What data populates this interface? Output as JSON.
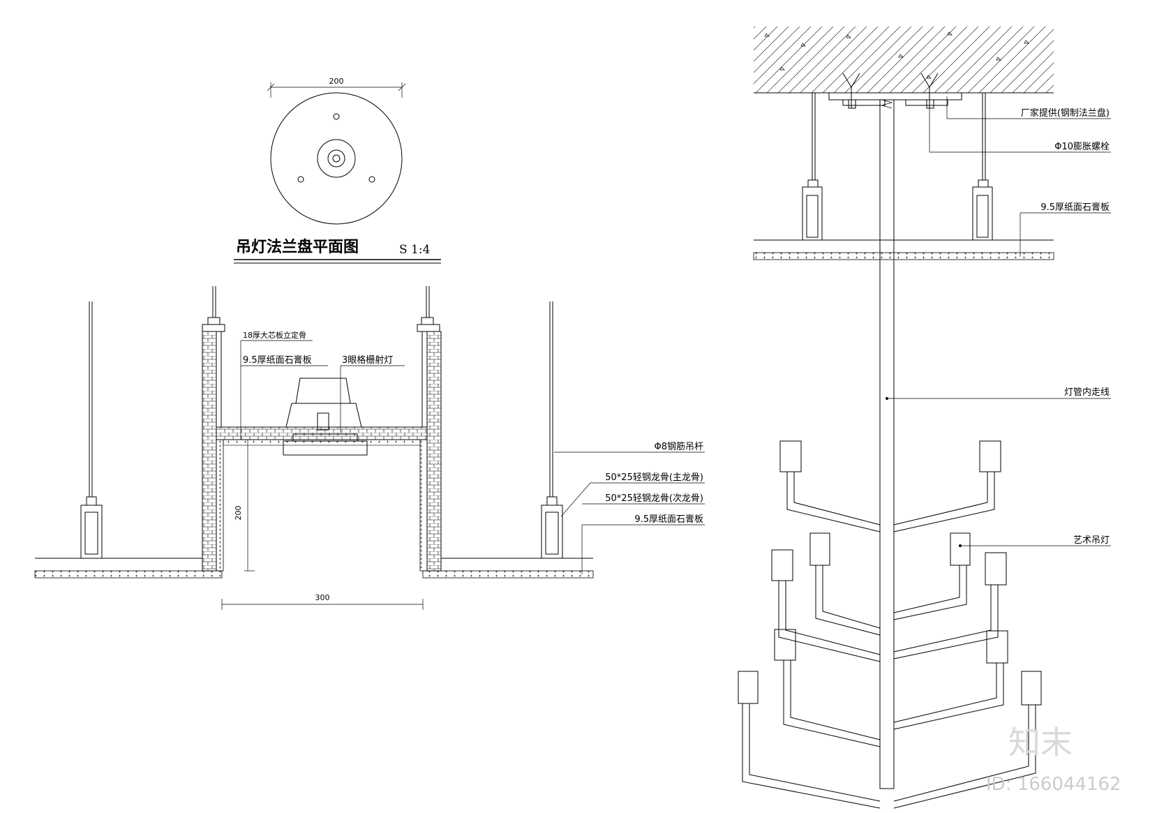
{
  "plan": {
    "title": "吊灯法兰盘平面图",
    "scale": "S 1:4",
    "dim_diameter": "200"
  },
  "section": {
    "dim_width": "300",
    "dim_height": "200",
    "labels": {
      "wood_board": "18厚大芯板立定骨",
      "gypsum_top": "9.5厚纸面石膏板",
      "grille_light": "3眼格栅射灯",
      "rod": "Φ8钢筋吊杆",
      "main_keel": "50*25轻钢龙骨(主龙骨)",
      "sub_keel": "50*25轻钢龙骨(次龙骨)",
      "gypsum_bottom": "9.5厚纸面石膏板"
    }
  },
  "pendant": {
    "labels": {
      "flange": "厂家提供(钢制法兰盘)",
      "bolt": "Φ10膨胀螺栓",
      "gypsum": "9.5厚纸面石膏板",
      "wiring": "灯管内走线",
      "lamp": "艺术吊灯"
    }
  },
  "watermark": {
    "brand": "知末",
    "id": "ID: 166044162"
  }
}
